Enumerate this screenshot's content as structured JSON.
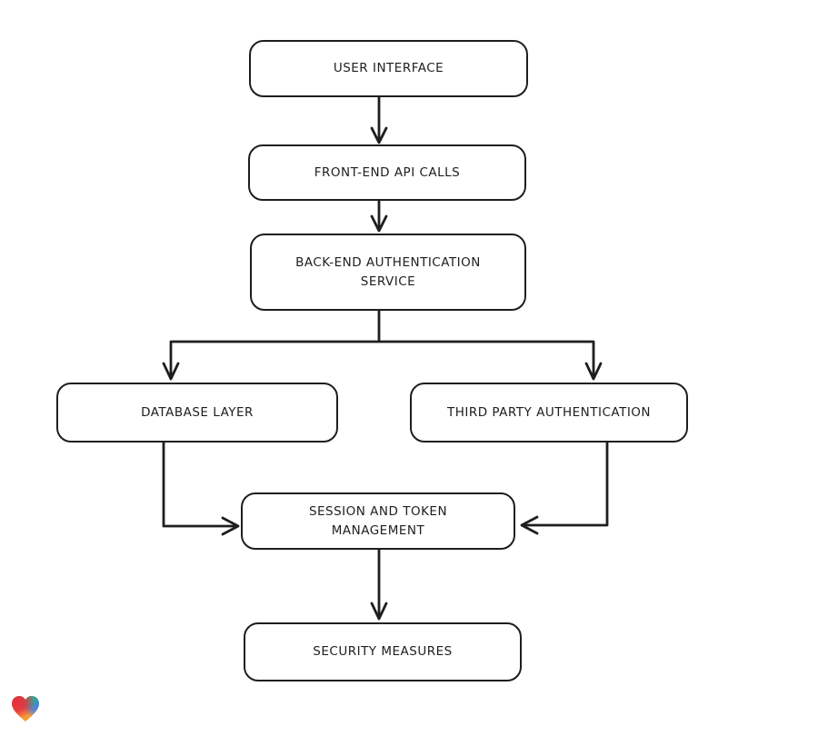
{
  "diagram": {
    "background_color": "#ffffff",
    "stroke_color": "#1e1e1e",
    "node_fill_color": "#ffffff",
    "nodes": [
      {
        "id": "user-interface",
        "label": "USER INTERFACE"
      },
      {
        "id": "front-end-api-calls",
        "label": "FRONT-END API CALLS"
      },
      {
        "id": "back-end-authentication-service",
        "label": "BACK-END AUTHENTICATION\nSERVICE"
      },
      {
        "id": "database-layer",
        "label": "DATABASE LAYER"
      },
      {
        "id": "third-party-authentication",
        "label": "THIRD PARTY AUTHENTICATION"
      },
      {
        "id": "session-and-token-management",
        "label": "SESSION AND TOKEN\nMANAGEMENT"
      },
      {
        "id": "security-measures",
        "label": "SECURITY MEASURES"
      }
    ],
    "edges": [
      {
        "from": "user-interface",
        "to": "front-end-api-calls"
      },
      {
        "from": "front-end-api-calls",
        "to": "back-end-authentication-service"
      },
      {
        "from": "back-end-authentication-service",
        "to": "database-layer"
      },
      {
        "from": "back-end-authentication-service",
        "to": "third-party-authentication"
      },
      {
        "from": "database-layer",
        "to": "session-and-token-management"
      },
      {
        "from": "third-party-authentication",
        "to": "session-and-token-management"
      },
      {
        "from": "session-and-token-management",
        "to": "security-measures"
      }
    ],
    "logo": {
      "name": "lovable-heart-logo",
      "gradient_colors": [
        "#e62e3e",
        "#2fae84",
        "#3f7fe8",
        "#f79e39"
      ]
    }
  }
}
